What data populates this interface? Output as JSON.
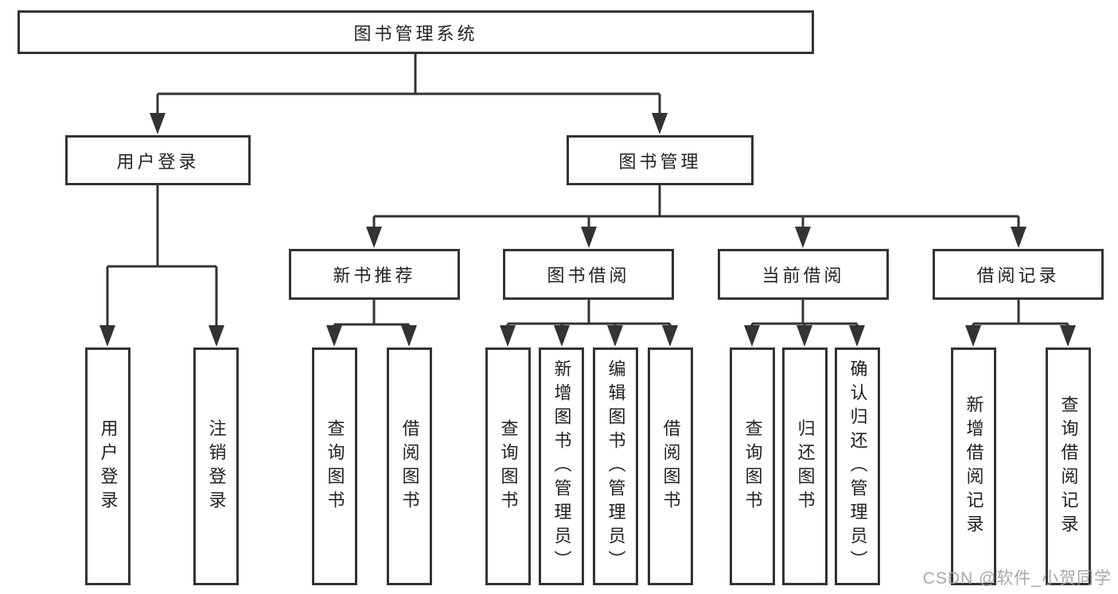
{
  "colors": {
    "line": "#333333",
    "box_border": "#333333",
    "text": "#222222",
    "watermark": "#9e9e9e",
    "background": "#ffffff"
  },
  "watermark": "CSDN @软件_小贺同学",
  "tree": {
    "root": {
      "label": "图书管理系统"
    },
    "branches": [
      {
        "label": "用户登录",
        "children": [
          {
            "label": "用户登录"
          },
          {
            "label": "注销登录"
          }
        ]
      },
      {
        "label": "图书管理",
        "children": [
          {
            "label": "新书推荐",
            "children": [
              {
                "label": "查询图书"
              },
              {
                "label": "借阅图书"
              }
            ]
          },
          {
            "label": "图书借阅",
            "children": [
              {
                "label": "查询图书"
              },
              {
                "label": "新增图书（管理员）"
              },
              {
                "label": "编辑图书（管理员）"
              },
              {
                "label": "借阅图书"
              }
            ]
          },
          {
            "label": "当前借阅",
            "children": [
              {
                "label": "查询图书"
              },
              {
                "label": "归还图书"
              },
              {
                "label": "确认归还（管理员）"
              }
            ]
          },
          {
            "label": "借阅记录",
            "children": [
              {
                "label": "新增借阅记录"
              },
              {
                "label": "查询借阅记录"
              }
            ]
          }
        ]
      }
    ]
  }
}
